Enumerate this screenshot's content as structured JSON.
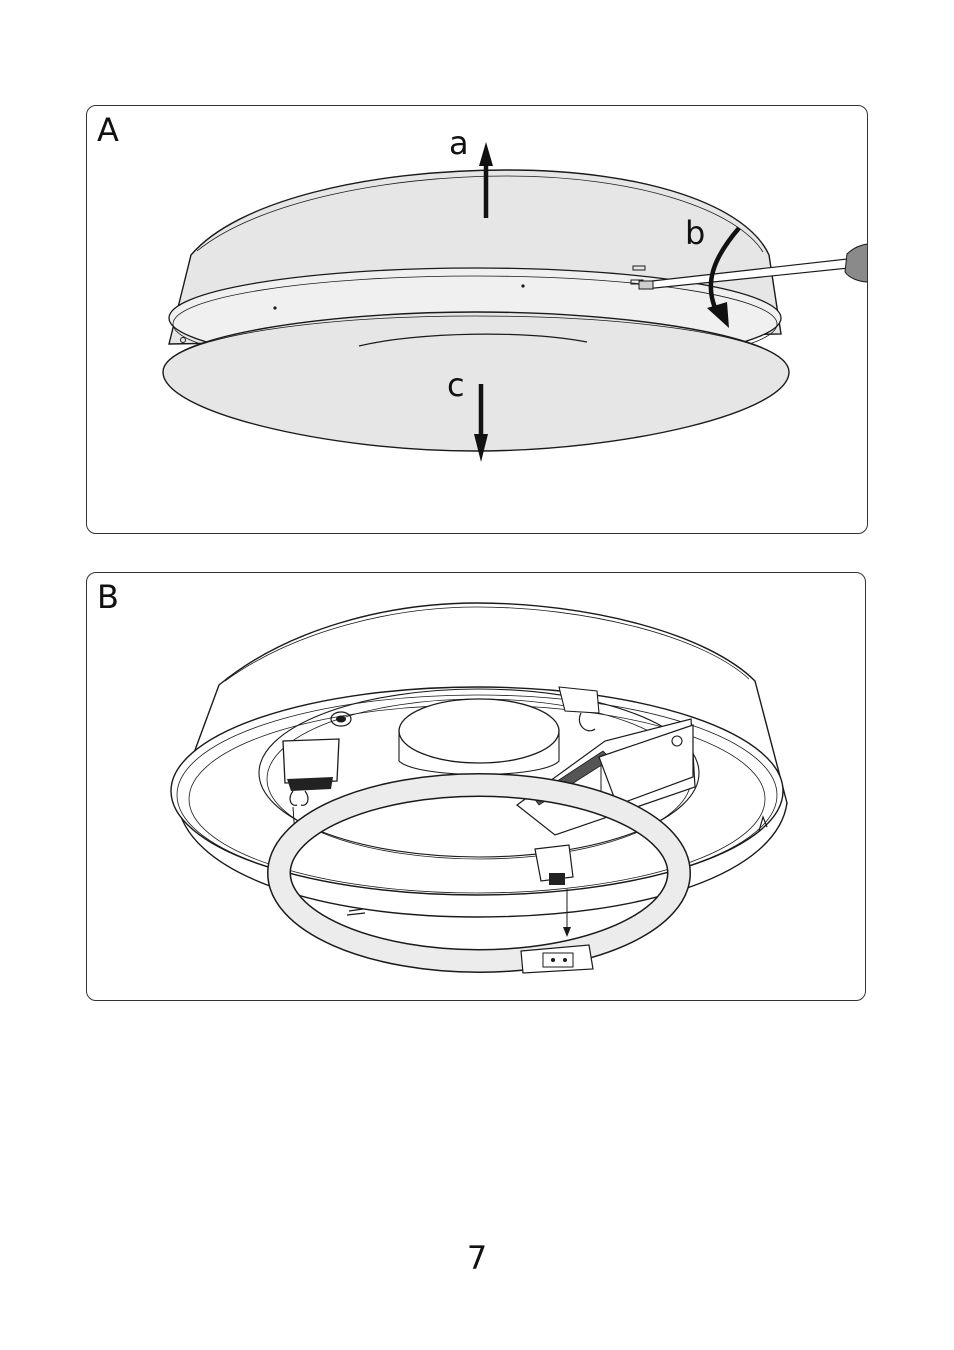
{
  "panels": {
    "a": {
      "letter": "A",
      "callouts": {
        "a": "a",
        "b": "b",
        "c": "c"
      }
    },
    "b": {
      "letter": "B"
    }
  },
  "page": {
    "number": "7"
  },
  "colors": {
    "line": "#1a1a1a",
    "shade": "#e6e6e6",
    "tube": "#ececec",
    "screwdriver_handle": "#8a8a8a"
  }
}
